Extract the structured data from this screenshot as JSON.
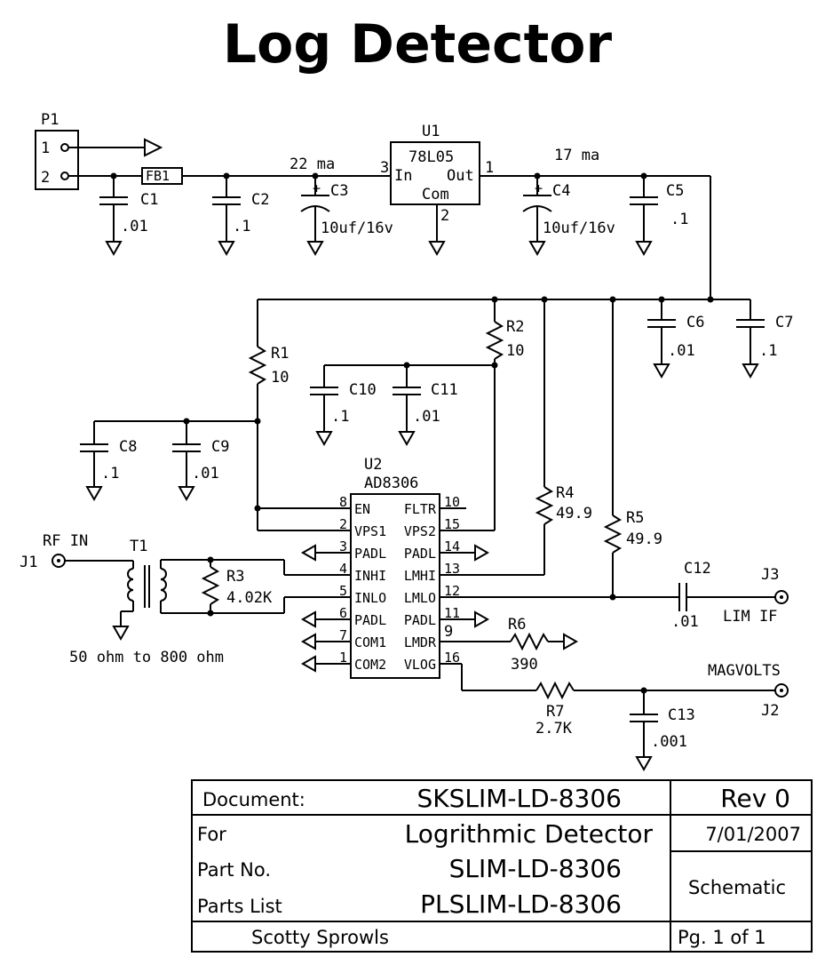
{
  "title": "Log Detector",
  "labels": {
    "p1": "P1",
    "p1_pin1": "1",
    "p1_pin2": "2",
    "fb1": "FB1",
    "c1": "C1",
    "c1_val": ".01",
    "c2": "C2",
    "c2_val": ".1",
    "c3": "C3",
    "c3_val": "10uf/16v",
    "u1": "U1",
    "u1_part": "78L05",
    "u1_in": "In",
    "u1_out": "Out",
    "u1_com": "Com",
    "u1_pin1": "1",
    "u1_pin2": "2",
    "u1_pin3": "3",
    "current_in": "22 ma",
    "current_out": "17 ma",
    "c4": "C4",
    "c4_val": "10uf/16v",
    "c5": "C5",
    "c5_val": ".1",
    "c6": "C6",
    "c6_val": ".01",
    "c7": "C7",
    "c7_val": ".1",
    "r1": "R1",
    "r1_val": "10",
    "r2": "R2",
    "r2_val": "10",
    "c8": "C8",
    "c8_val": ".1",
    "c9": "C9",
    "c9_val": ".01",
    "c10": "C10",
    "c10_val": ".1",
    "c11": "C11",
    "c11_val": ".01",
    "u2": "U2",
    "u2_part": "AD8306",
    "pins_left": [
      {
        "num": "8",
        "name": "EN"
      },
      {
        "num": "2",
        "name": "VPS1"
      },
      {
        "num": "3",
        "name": "PADL"
      },
      {
        "num": "4",
        "name": "INHI"
      },
      {
        "num": "5",
        "name": "INLO"
      },
      {
        "num": "6",
        "name": "PADL"
      },
      {
        "num": "7",
        "name": "COM1"
      },
      {
        "num": "1",
        "name": "COM2"
      }
    ],
    "pins_right": [
      {
        "num": "10",
        "name": "FLTR"
      },
      {
        "num": "15",
        "name": "VPS2"
      },
      {
        "num": "14",
        "name": "PADL"
      },
      {
        "num": "13",
        "name": "LMHI"
      },
      {
        "num": "12",
        "name": "LMLO"
      },
      {
        "num": "11",
        "name": "PADL"
      },
      {
        "num": "9",
        "name": "LMDR"
      },
      {
        "num": "16",
        "name": "VLOG"
      }
    ],
    "rf_in": "RF IN",
    "j1": "J1",
    "t1": "T1",
    "r3": "R3",
    "r3_val": "4.02K",
    "impedance": "50 ohm to 800 ohm",
    "r4": "R4",
    "r4_val": "49.9",
    "r5": "R5",
    "r5_val": "49.9",
    "c12": "C12",
    "c12_val": ".01",
    "j3": "J3",
    "lim_if": "LIM IF",
    "r6": "R6",
    "r6_val": "390",
    "magvolts": "MAGVOLTS",
    "j2": "J2",
    "r7": "R7",
    "r7_val": "2.7K",
    "c13": "C13",
    "c13_val": ".001"
  },
  "title_block": {
    "document_label": "Document:",
    "document": "SKSLIM-LD-8306",
    "rev": "Rev 0",
    "for_label": "For",
    "for": "Logrithmic Detector",
    "date": "7/01/2007",
    "part_label": "Part No.",
    "part": "SLIM-LD-8306",
    "type": "Schematic",
    "parts_list_label": "Parts List",
    "parts_list": "PLSLIM-LD-8306",
    "author": "Scotty Sprowls",
    "page": "Pg. 1 of 1"
  }
}
